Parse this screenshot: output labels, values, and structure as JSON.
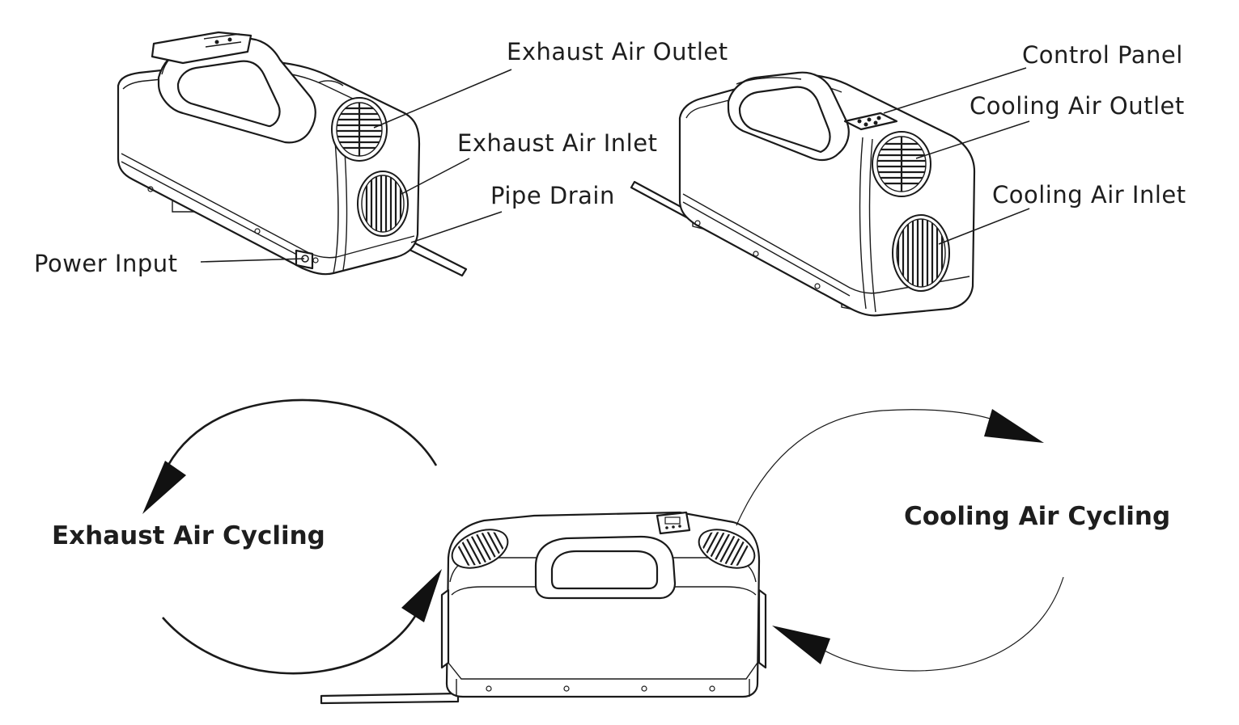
{
  "labels": {
    "exhaust_air_outlet": "Exhaust Air Outlet",
    "exhaust_air_inlet": "Exhaust Air Inlet",
    "pipe_drain": "Pipe Drain",
    "power_input": "Power Input",
    "control_panel": "Control Panel",
    "cooling_air_outlet": "Cooling Air Outlet",
    "cooling_air_inlet": "Cooling Air Inlet"
  },
  "cycles": {
    "exhaust": "Exhaust Air Cycling",
    "cooling": "Cooling Air Cycling"
  }
}
